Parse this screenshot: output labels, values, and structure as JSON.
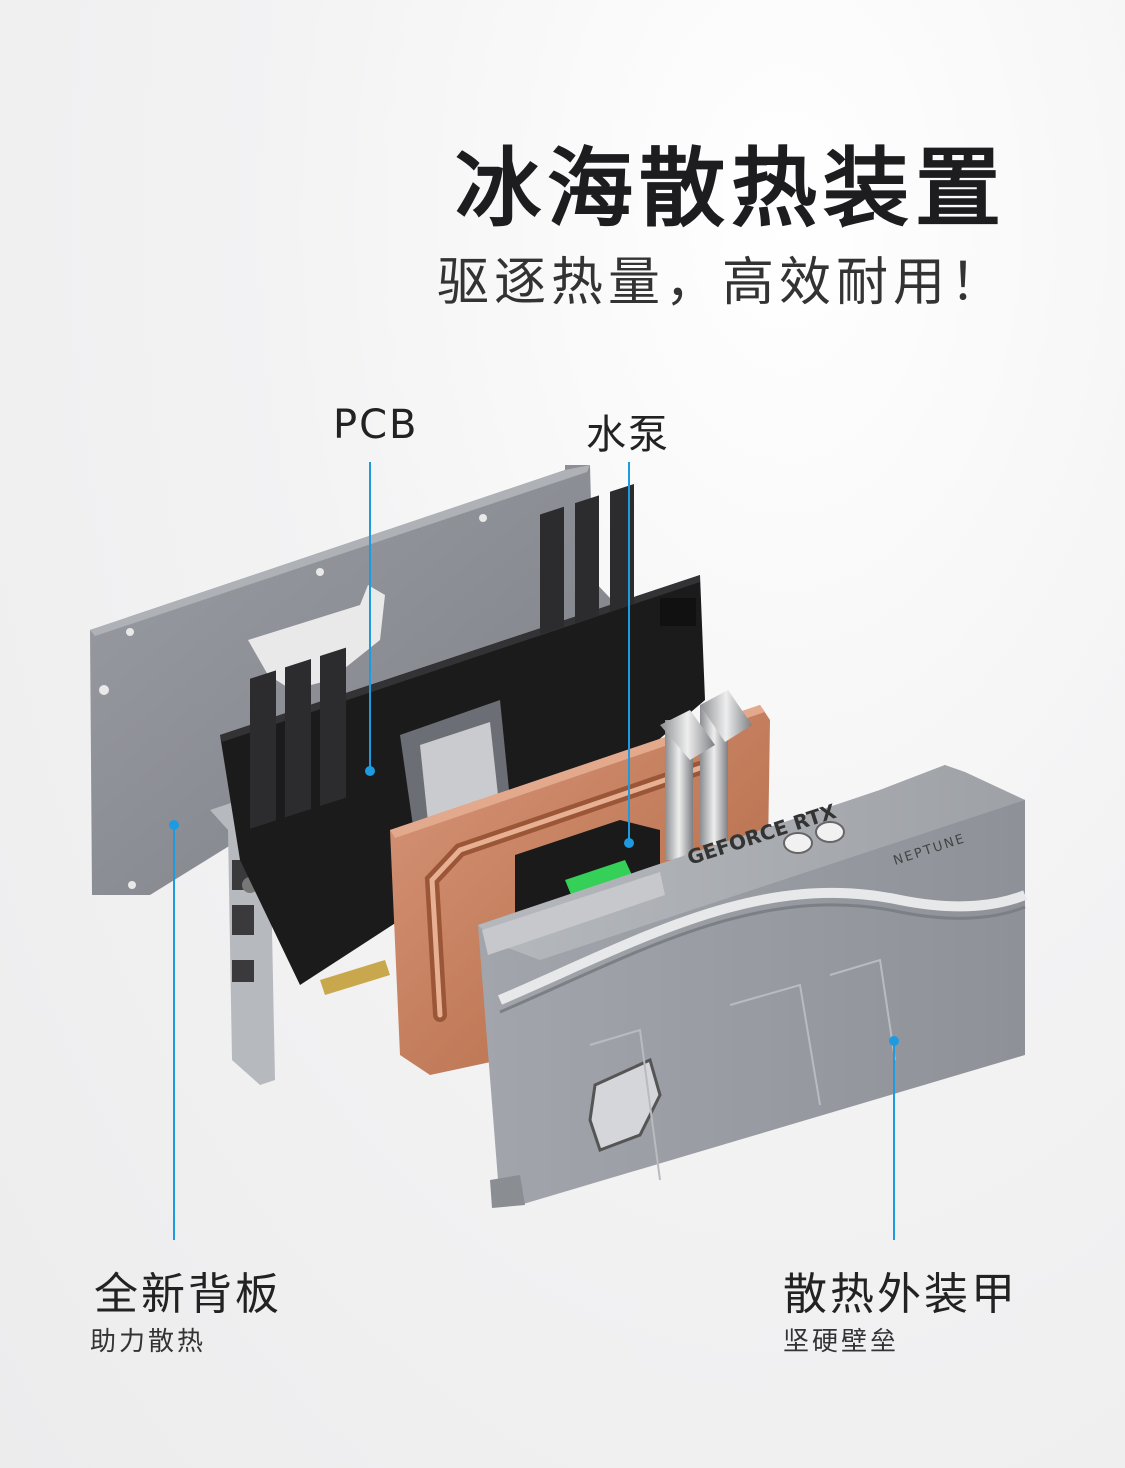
{
  "header": {
    "title": "冰海散热装置",
    "subtitle": "驱逐热量，高效耐用！"
  },
  "callouts": {
    "pcb": {
      "label": "PCB"
    },
    "pump": {
      "label": "水泵"
    },
    "backplate": {
      "label": "全新背板",
      "sub": "助力散热"
    },
    "shroud": {
      "label": "散热外装甲",
      "sub": "坚硬壁垒"
    }
  },
  "card": {
    "brand_text": "GEFORCE RTX",
    "series_text": "NEPTUNE"
  },
  "colors": {
    "accent": "#1e9be0",
    "copper": "#c4805e",
    "backplate": "#8e9197",
    "shroud": "#9ea2a8",
    "pcb": "#1a1a1a"
  }
}
